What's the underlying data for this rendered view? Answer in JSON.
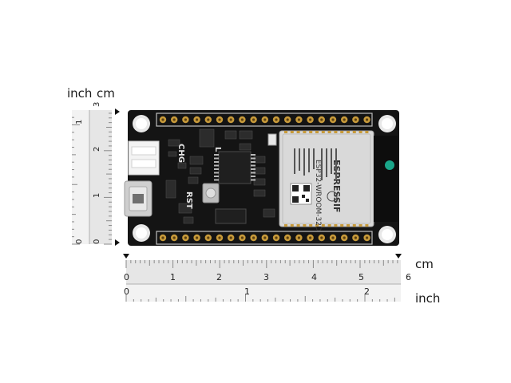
{
  "units": {
    "inch": "inch",
    "cm": "cm"
  },
  "board": {
    "module_line1": "ESPRESSIF",
    "module_line2": "ESP32-WROOM-32D",
    "label_rst": "RST",
    "label_chg": "CHG",
    "label_l": "L"
  },
  "ruler_h_cm": {
    "ticks": [
      "0",
      "1",
      "2",
      "3",
      "4",
      "5",
      "6"
    ]
  },
  "ruler_h_inch": {
    "ticks": [
      "0",
      "1",
      "2"
    ]
  },
  "ruler_v_cm": {
    "ticks": [
      "0",
      "1",
      "2",
      "3"
    ]
  },
  "ruler_v_inch": {
    "ticks": [
      "0",
      "1"
    ]
  },
  "colors": {
    "pcb": "#141414",
    "gold": "#c79a3a",
    "module_shield": "#d9d9d9",
    "antenna_black": "#0d0d0d",
    "led_teal": "#1aa68a",
    "ruler_fill": "#e6e6e6",
    "ruler_line": "#9a9a9a"
  }
}
